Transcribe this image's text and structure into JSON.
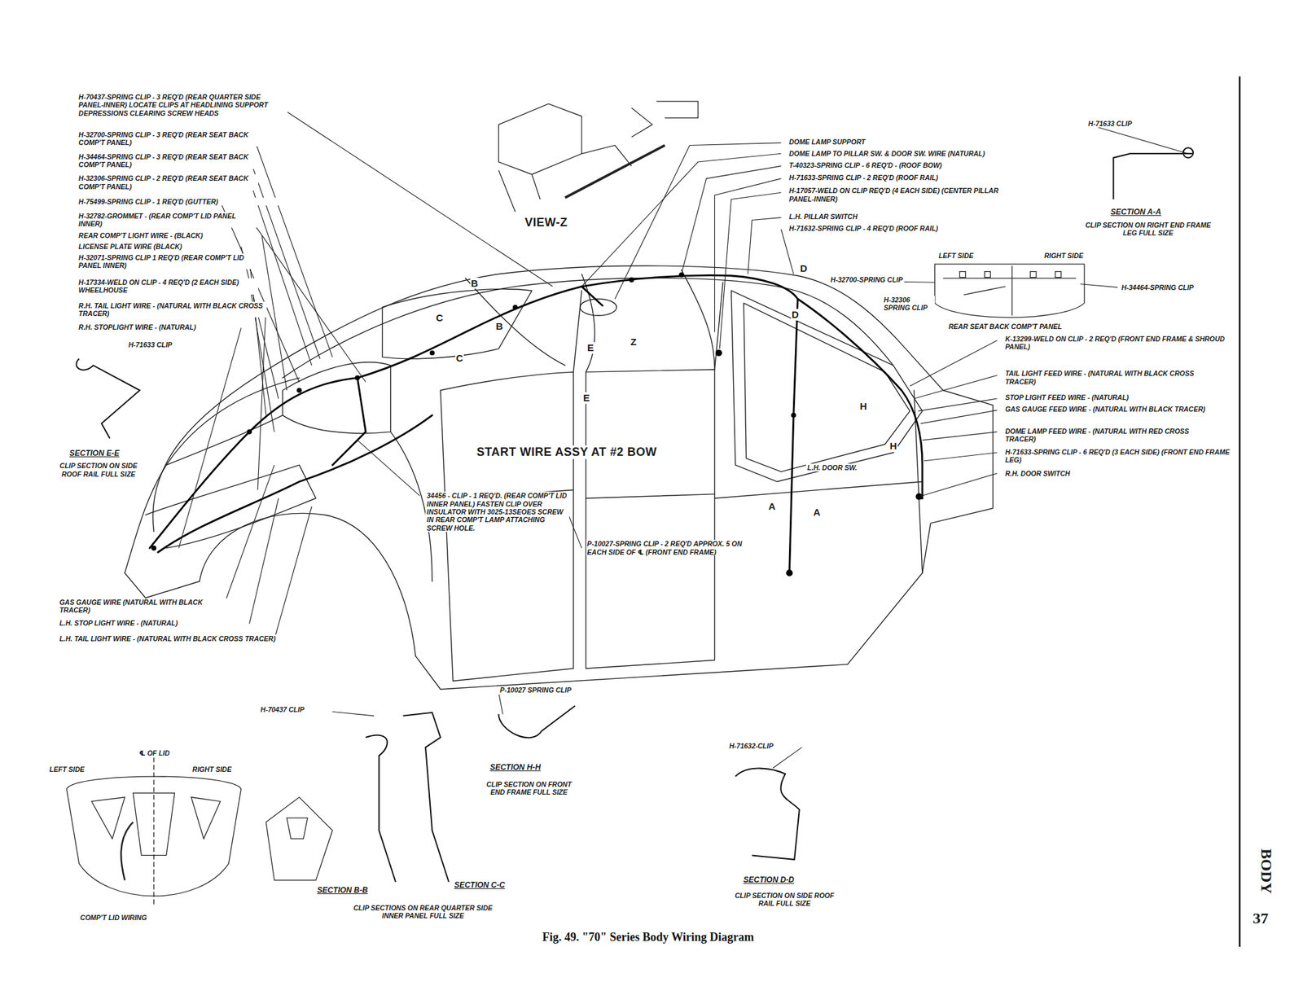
{
  "diagram": {
    "caption": "Fig. 49. \"70\" Series Body Wiring Diagram",
    "labels": [
      "H-70437-SPRING CLIP - 3 REQ'D (REAR QUARTER SIDE PANEL-INNER) LOCATE CLIPS AT HEADLINING SUPPORT DEPRESSIONS CLEARING SCREW HEADS",
      "H-32700-SPRING CLIP - 3 REQ'D (REAR SEAT BACK COMP'T PANEL)",
      "H-34464-SPRING CLIP - 3 REQ'D (REAR SEAT BACK COMP'T PANEL)",
      "H-32306-SPRING CLIP - 2 REQ'D (REAR SEAT BACK COMP'T PANEL)",
      "H-75499-SPRING CLIP - 1 REQ'D (GUTTER)",
      "H-32782-GROMMET - (REAR COMP'T LID PANEL INNER)",
      "REAR COMP'T LIGHT WIRE - (BLACK)",
      "LICENSE PLATE WIRE (BLACK)",
      "H-32071-SPRING CLIP 1 REQ'D (REAR COMP'T LID PANEL INNER)",
      "H-17334-WELD ON CLIP - 4 REQ'D (2 EACH SIDE) WHEELHOUSE",
      "R.H. TAIL LIGHT WIRE - (NATURAL WITH BLACK CROSS TRACER)",
      "R.H. STOPLIGHT WIRE - (NATURAL)",
      "H-71633 CLIP",
      "SECTION E-E",
      "CLIP SECTION ON SIDE ROOF RAIL FULL SIZE",
      "GAS GAUGE WIRE (NATURAL WITH BLACK TRACER)",
      "L.H. STOP LIGHT WIRE - (NATURAL)",
      "L.H. TAIL LIGHT WIRE - (NATURAL WITH BLACK CROSS TRACER)",
      "VIEW-Z",
      "START WIRE ASSY AT #2 BOW",
      "34456 - CLIP - 1 REQ'D. (REAR COMP'T LID INNER PANEL) FASTEN CLIP OVER INSULATOR WITH 3025-13SEOES SCREW IN REAR COMP'T LAMP ATTACHING SCREW HOLE.",
      "P-10027-SPRING CLIP - 2 REQ'D APPROX. 5 ON EACH SIDE OF ℄ (FRONT END FRAME)",
      "DOME LAMP SUPPORT",
      "DOME LAMP TO PILLAR SW. & DOOR SW. WIRE (NATURAL)",
      "T-40323-SPRING CLIP - 6 REQ'D - (ROOF BOW)",
      "H-71633-SPRING CLIP - 2 REQ'D (ROOF RAIL)",
      "H-17057-WELD ON CLIP REQ'D (4 EACH SIDE) (CENTER PILLAR PANEL-INNER)",
      "L.H. PILLAR SWITCH",
      "H-71632-SPRING CLIP - 4 REQ'D (ROOF RAIL)",
      "H-71633 CLIP",
      "SECTION A-A",
      "CLIP SECTION ON RIGHT END FRAME LEG FULL SIZE",
      "LEFT SIDE",
      "RIGHT SIDE",
      "H-32700-SPRING CLIP",
      "H-34464-SPRING CLIP",
      "H-32306 SPRING CLIP",
      "REAR SEAT BACK COMP'T PANEL",
      "K-13299-WELD ON CLIP - 2 REQ'D (FRONT END FRAME & SHROUD PANEL)",
      "TAIL LIGHT FEED WIRE - (NATURAL WITH BLACK CROSS TRACER)",
      "STOP LIGHT FEED WIRE - (NATURAL)",
      "GAS GAUGE FEED WIRE - (NATURAL WITH BLACK TRACER)",
      "DOME LAMP FEED WIRE - (NATURAL WITH RED CROSS TRACER)",
      "H-71633-SPRING CLIP - 6 REQ'D (3 EACH SIDE) (FRONT END FRAME LEG)",
      "R.H. DOOR SWITCH",
      "L.H. DOOR SW.",
      "H-70437 CLIP",
      "P-10027 SPRING CLIP",
      "SECTION H-H",
      "CLIP SECTION ON FRONT END FRAME FULL SIZE",
      "H-71632-CLIP",
      "SECTION D-D",
      "CLIP SECTION ON SIDE ROOF RAIL FULL SIZE",
      "℄ OF LID",
      "LEFT SIDE",
      "RIGHT SIDE",
      "COMP'T LID WIRING",
      "SECTION B-B",
      "SECTION C-C",
      "CLIP SECTIONS ON REAR QUARTER SIDE INNER PANEL FULL SIZE",
      "B",
      "B",
      "C",
      "C",
      "Z",
      "E",
      "E",
      "D",
      "D",
      "H",
      "H",
      "A",
      "A",
      "BODY",
      "37"
    ]
  }
}
